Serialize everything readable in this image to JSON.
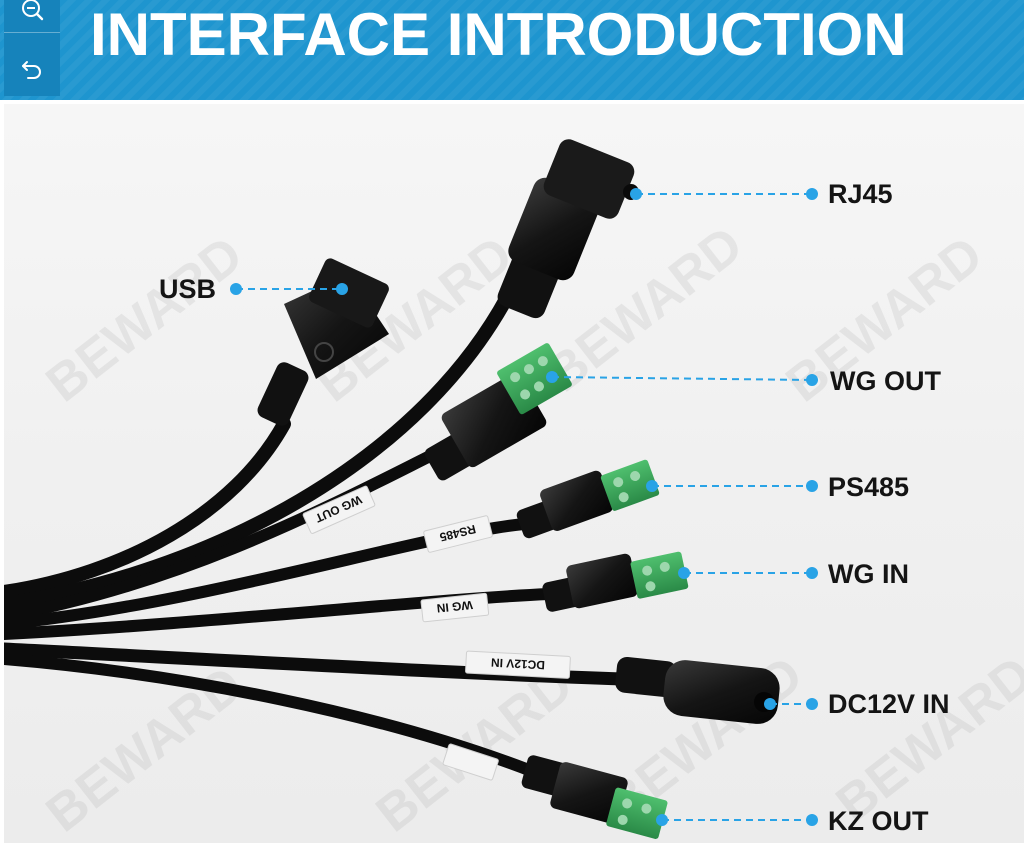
{
  "header": {
    "title": "INTERFACE INTRODUCTION"
  },
  "toolbar": {
    "zoom_icon": "zoom-out-icon",
    "back_icon": "undo-icon"
  },
  "ports": {
    "rj45": "RJ45",
    "usb": "USB",
    "wg_out": "WG OUT",
    "ps485": "PS485",
    "wg_in": "WG IN",
    "dc12v_in": "DC12V IN",
    "kz_out": "KZ OUT"
  },
  "cable_tags": {
    "wg_out": "WG OUT",
    "rs485": "RS485",
    "wg_in": "WG IN",
    "dc12v_in": "DC12V IN"
  },
  "watermark": "BEWARD",
  "colors": {
    "header": "#1e95cf",
    "toolbar": "#1683bb",
    "leader": "#29a3e6",
    "terminal": "#3aa35a"
  }
}
